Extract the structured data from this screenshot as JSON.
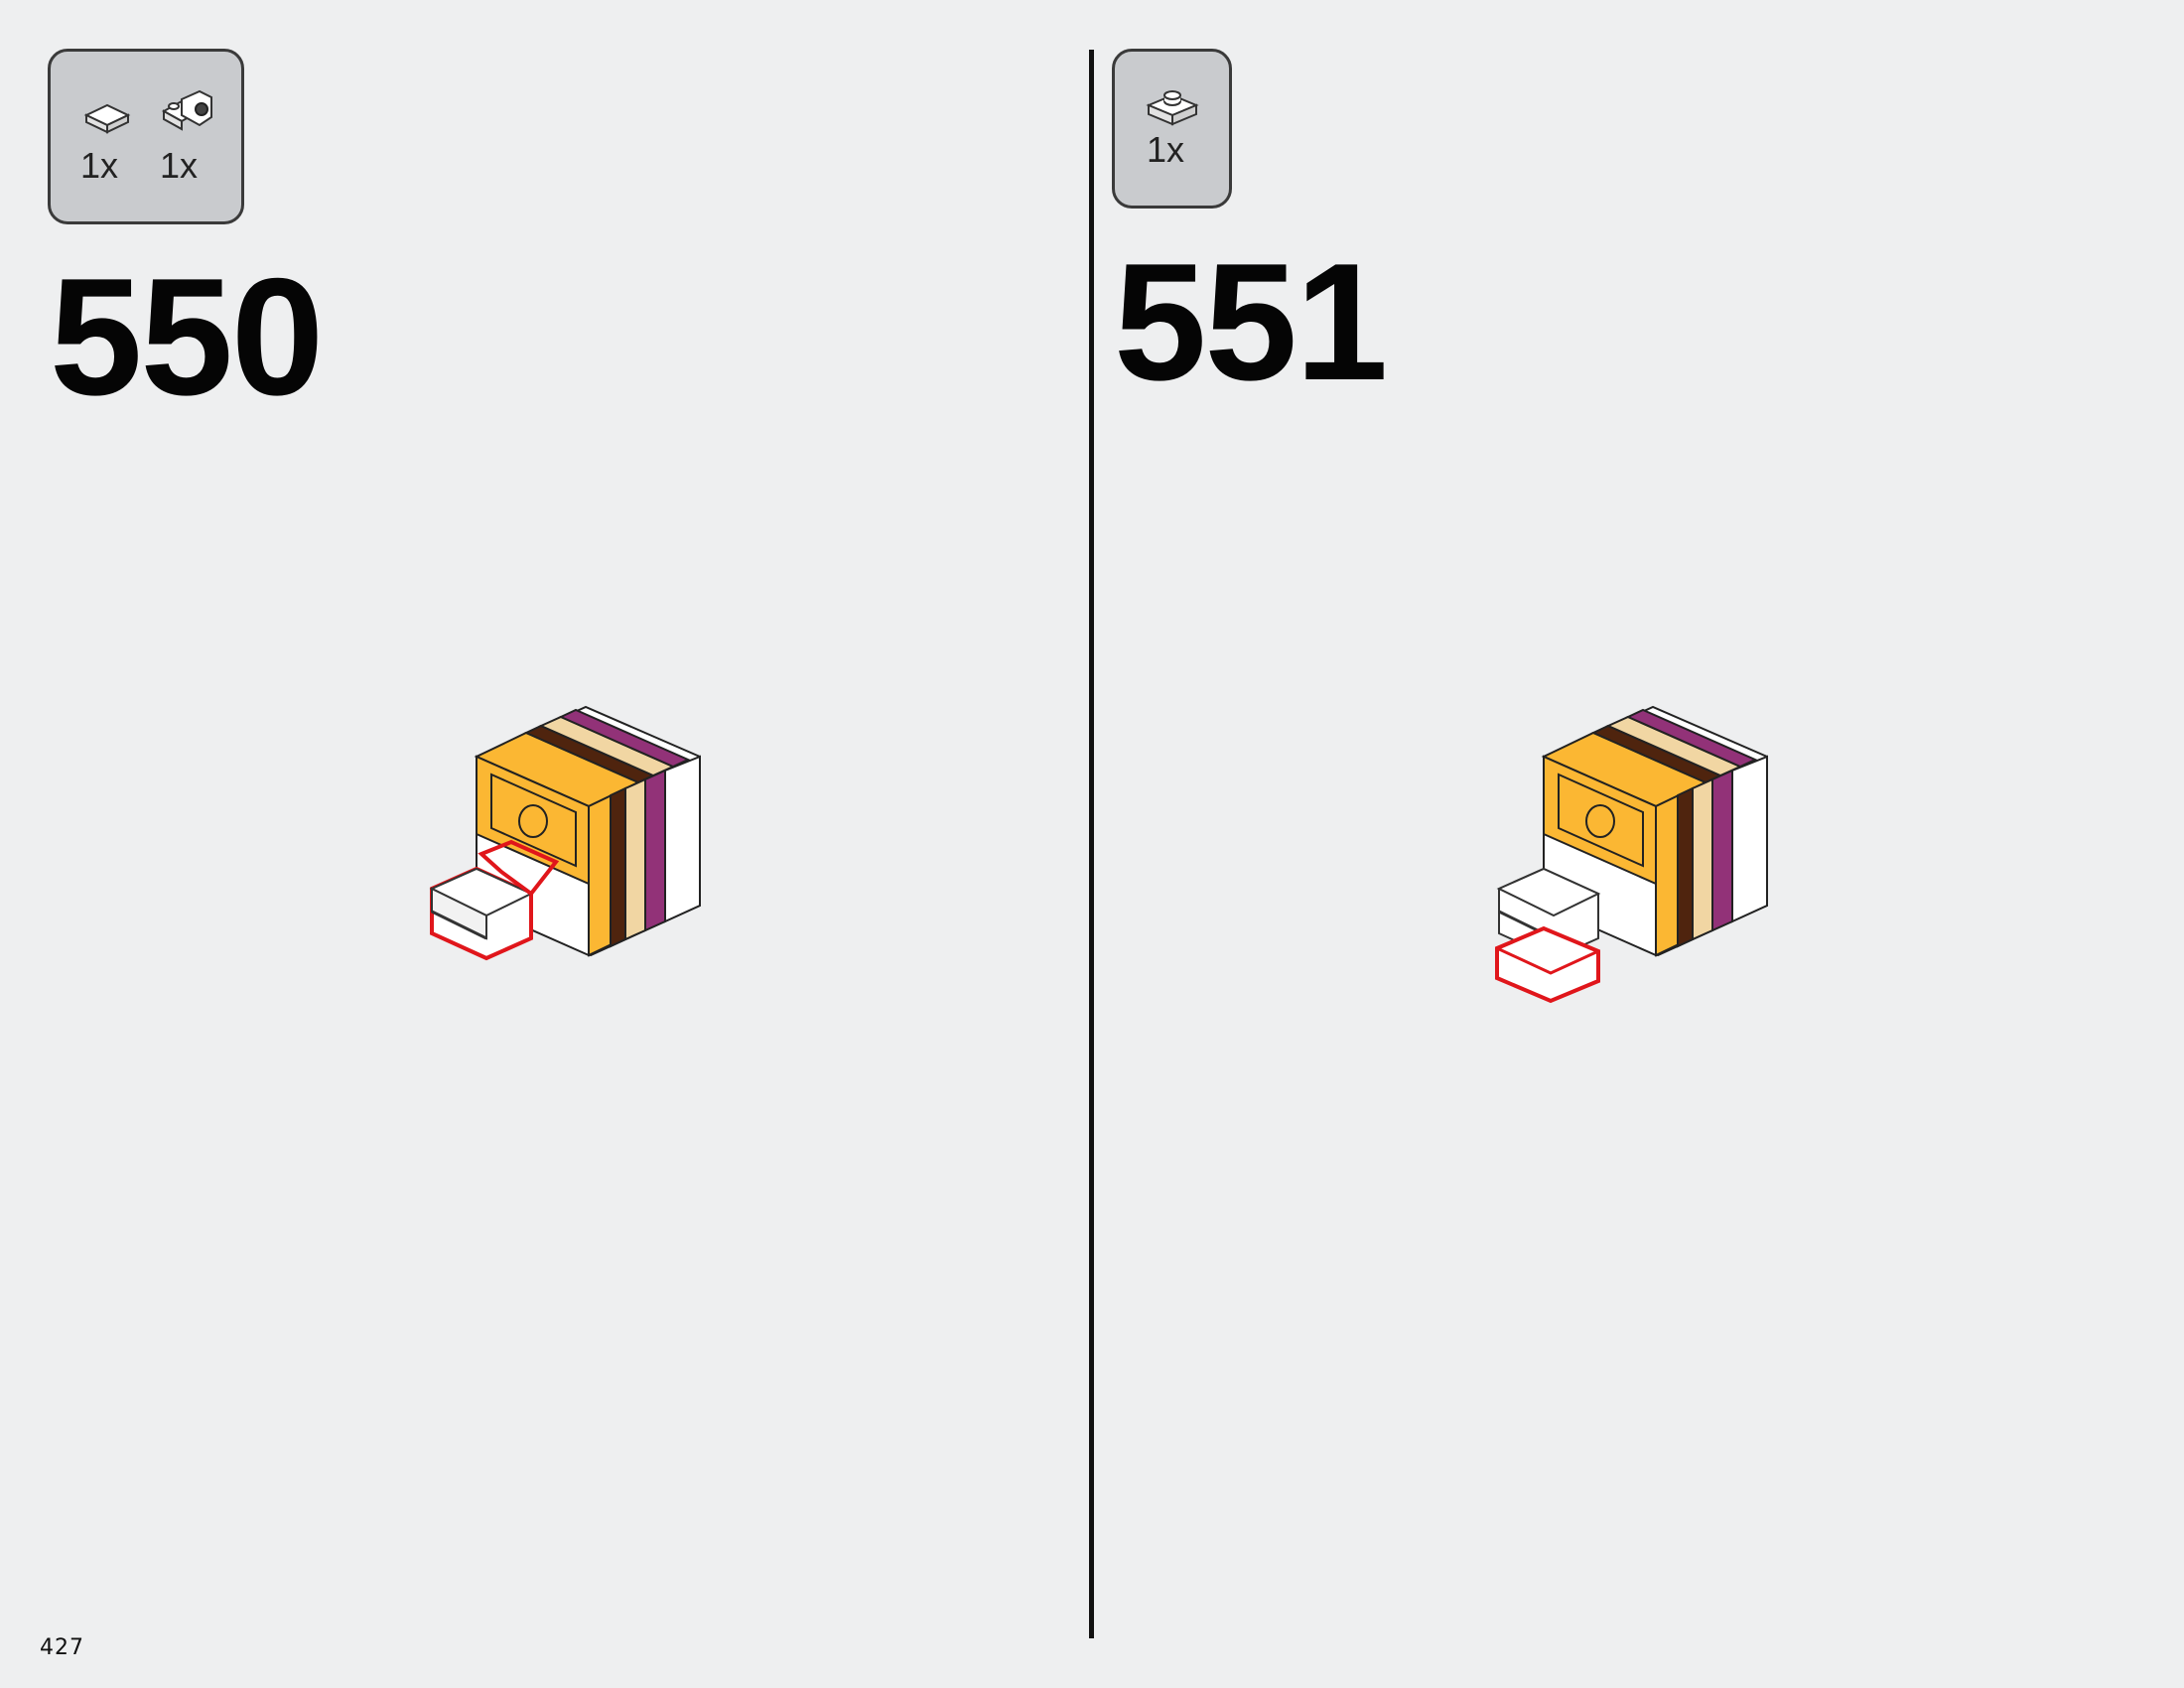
{
  "step_550": {
    "number": "550",
    "parts": [
      {
        "icon": "tile-1x1-icon",
        "quantity": "1x"
      },
      {
        "icon": "bracket-plate-icon",
        "quantity": "1x"
      }
    ]
  },
  "step_551": {
    "number": "551",
    "parts": [
      {
        "icon": "plate-1x1-icon",
        "quantity": "1x"
      }
    ]
  },
  "colors": {
    "highlight": "#e0161b",
    "yellow": "#fbb733",
    "dark_brown": "#4f240e",
    "tan": "#f1d6a3",
    "magenta": "#923278"
  },
  "page_number": "427"
}
